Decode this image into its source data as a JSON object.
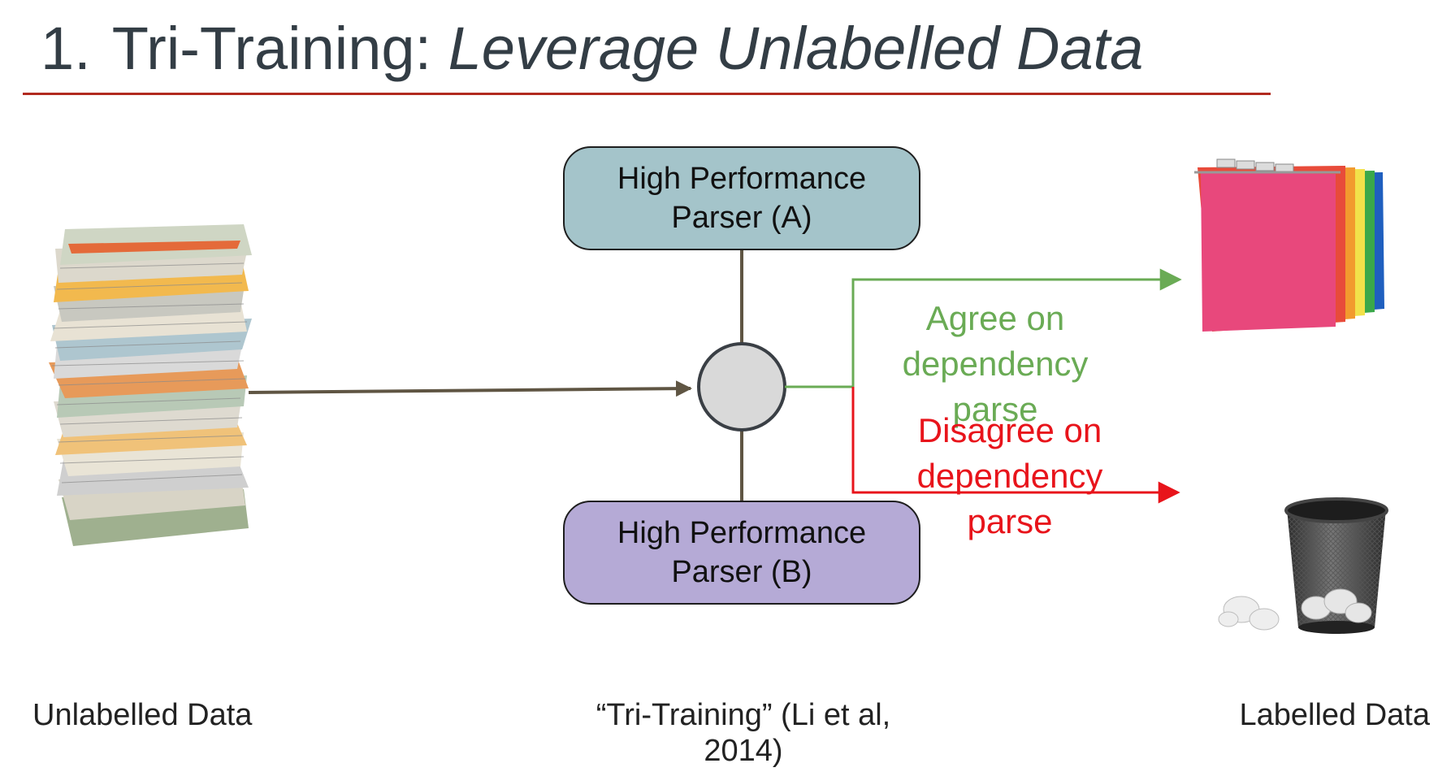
{
  "title": {
    "number": "1.",
    "plain": "Tri-Training:",
    "italic": "Leverage Unlabelled Data"
  },
  "parser_a": {
    "line1": "High Performance",
    "line2": "Parser (A)"
  },
  "parser_b": {
    "line1": "High Performance",
    "line2": "Parser (B)"
  },
  "agree": {
    "line1": "Agree on",
    "line2": "dependency",
    "line3": "parse"
  },
  "disagree": {
    "line1": "Disagree on",
    "line2": "dependency",
    "line3": "parse"
  },
  "captions": {
    "left": "Unlabelled Data",
    "center_line1": "“Tri-Training” (Li et al,",
    "center_line2": "2014)",
    "right": "Labelled Data"
  },
  "icons": {
    "left": "paper-stack-icon",
    "top_right": "hanging-folders-icon",
    "bottom_right": "wastebasket-icon"
  },
  "colors": {
    "title_rule": "#b22a1f",
    "parser_a_fill": "#a4c4ca",
    "parser_b_fill": "#b5aad6",
    "connector": "#5f5543",
    "agree": "#6aab55",
    "disagree": "#e8141b"
  }
}
